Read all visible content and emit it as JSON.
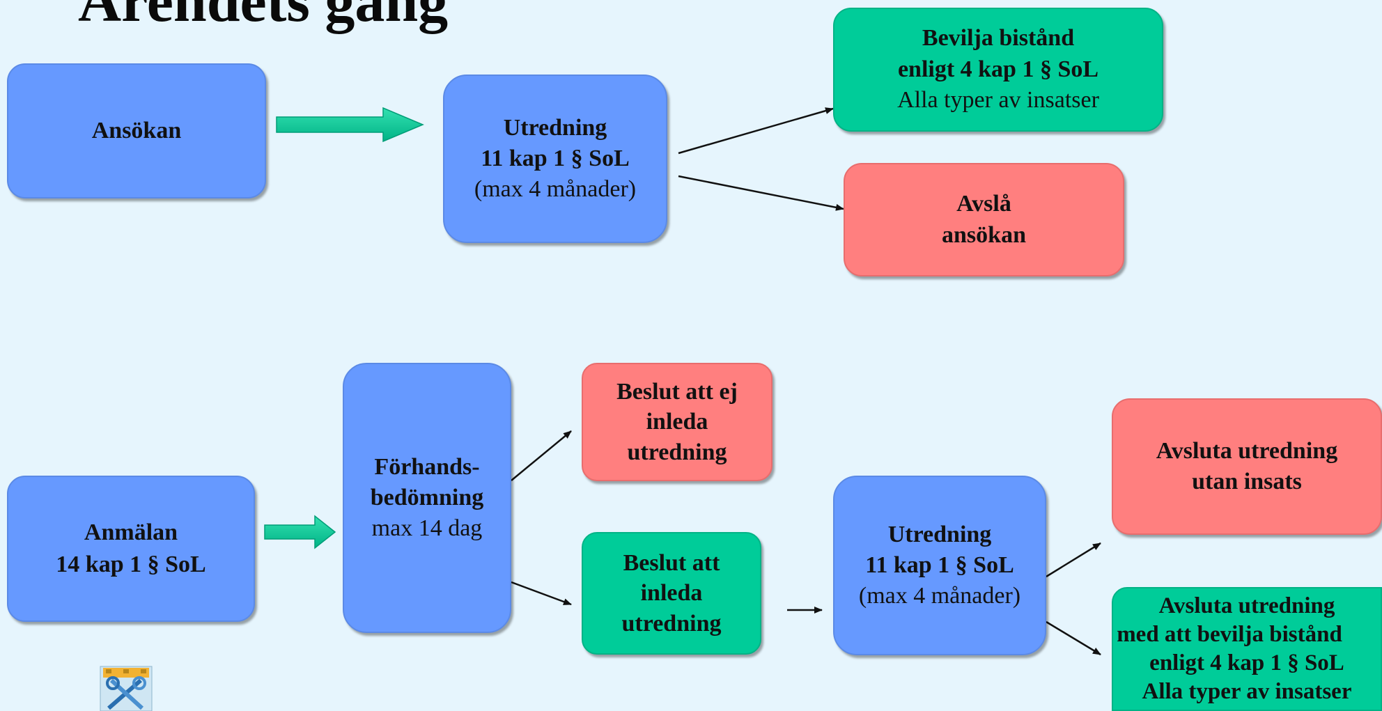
{
  "title": "Ärendets gång",
  "flow_top": {
    "ansokan": "Ansökan",
    "utredning": {
      "line1": "Utredning",
      "line2": "11 kap 1 §  SoL",
      "line3": "(max 4 månader)"
    },
    "bevilja": {
      "line1": "Bevilja bistånd",
      "line2": "enligt 4 kap 1 § SoL",
      "line3": "Alla typer av insatser"
    },
    "avsla": {
      "line1": "Avslå",
      "line2": "ansökan"
    }
  },
  "flow_bottom": {
    "anmalan": {
      "line1": "Anmälan",
      "line2": "14 kap 1 § SoL"
    },
    "forhands": {
      "line1": "Förhands-",
      "line2": "bedömning",
      "line3": "max 14 dag"
    },
    "beslut_ej": {
      "line1": "Beslut att ej",
      "line2": "inleda",
      "line3": "utredning"
    },
    "beslut_inleda": {
      "line1": "Beslut att",
      "line2": "inleda",
      "line3": "utredning"
    },
    "utredning": {
      "line1": "Utredning",
      "line2": "11 kap 1 § SoL",
      "line3": "(max 4 månader)"
    },
    "avsluta_utan": {
      "line1": "Avsluta utredning",
      "line2": "utan insats"
    },
    "avsluta_med": {
      "line1": "Avsluta utredning",
      "line2": "med att bevilja bistånd",
      "line3": "enligt 4 kap 1 § SoL",
      "line4": "Alla typer av insatser"
    }
  },
  "colors": {
    "background": "#e6f5fd",
    "process": "#6699ff",
    "approve": "#00cc99",
    "reject": "#ff7f7f"
  },
  "icons": {
    "logo": "municipal-coat-of-arms-icon",
    "block_arrow": "right-block-arrow-icon"
  }
}
